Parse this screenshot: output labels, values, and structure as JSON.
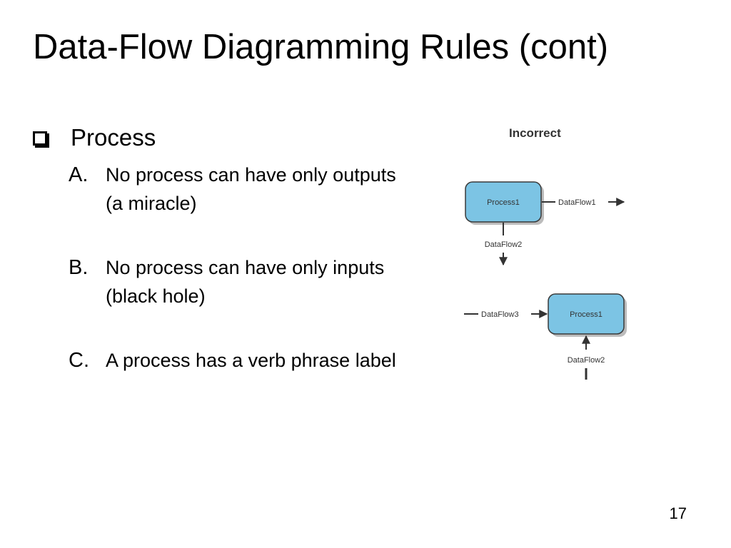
{
  "slide": {
    "title": "Data-Flow Diagramming Rules (cont)",
    "bullet": "Process",
    "items": [
      {
        "letter": "A.",
        "text": "No process can have only outputs (a miracle)"
      },
      {
        "letter": "B.",
        "text": "No process can have only inputs (black hole)"
      },
      {
        "letter": "C.",
        "text": "A process has a verb phrase label"
      }
    ],
    "page_number": "17"
  },
  "diagram": {
    "heading": "Incorrect",
    "top": {
      "process": "Process1",
      "flow_right": "DataFlow1",
      "flow_down": "DataFlow2"
    },
    "bottom": {
      "process": "Process1",
      "flow_left": "DataFlow3",
      "flow_bottom": "DataFlow2"
    },
    "colors": {
      "process_fill": "#7cc4e4",
      "process_stroke": "#3a3a3a"
    }
  }
}
